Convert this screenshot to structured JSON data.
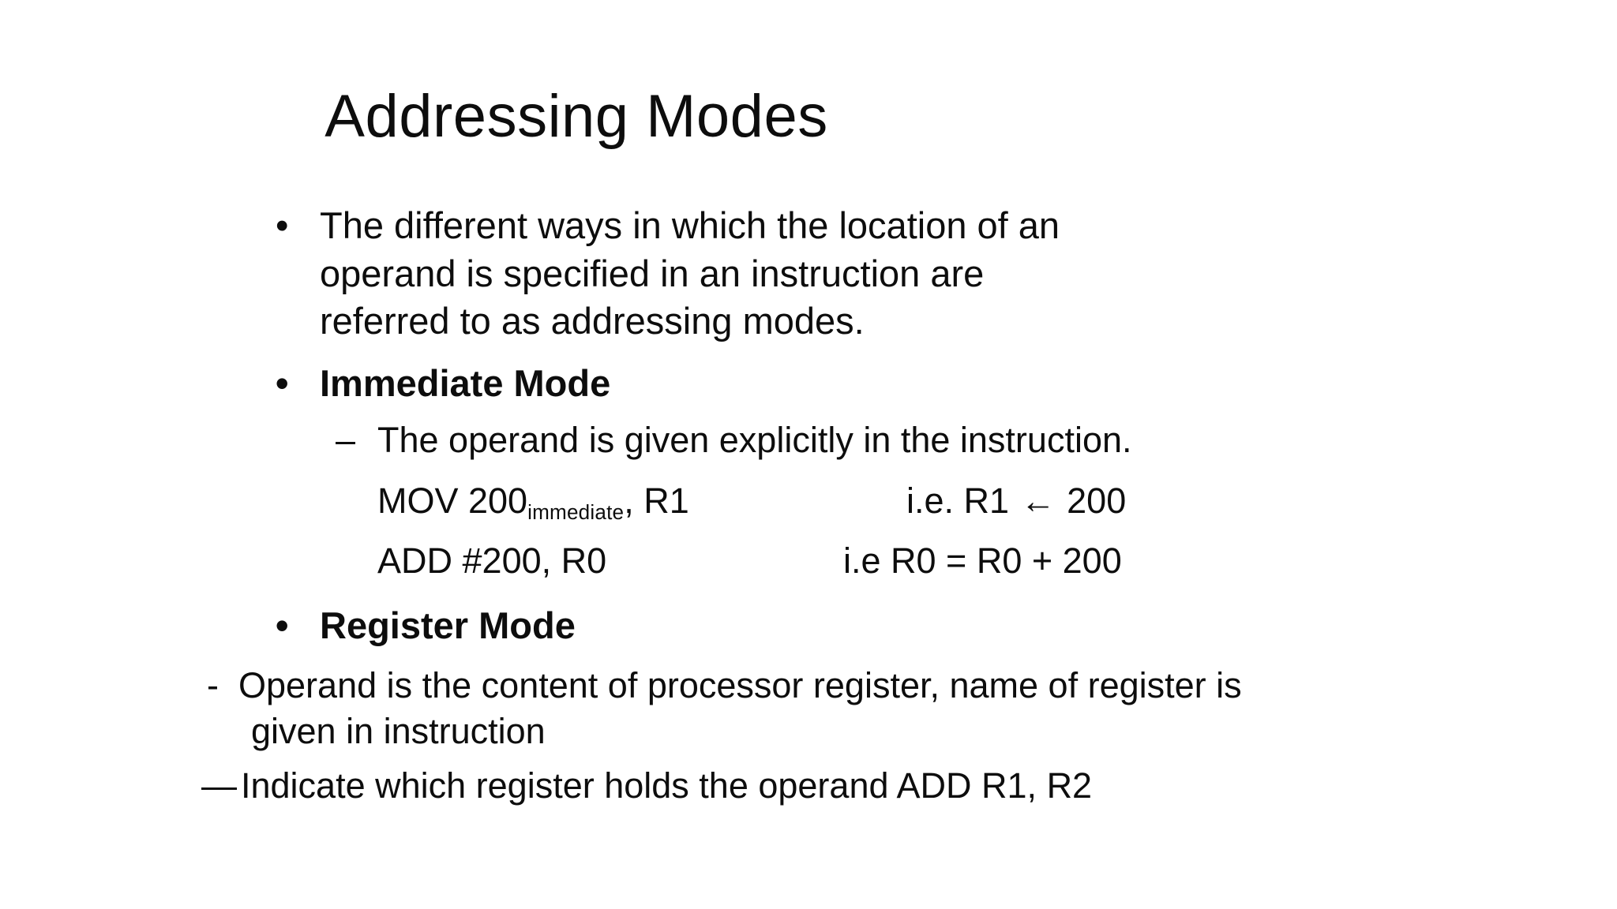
{
  "slide": {
    "title": "Addressing Modes",
    "background_color": "#ffffff",
    "text_color": "#0d0d0d"
  },
  "content": {
    "bullet_marker": "•",
    "dash_marker_en": "–",
    "dash_marker_hyphen": "-",
    "dash_marker_em": "—",
    "intro": {
      "text": "The different ways in which the location of an operand is specified in an instruction are referred to as addressing modes."
    },
    "immediate_mode": {
      "heading": "Immediate Mode",
      "sub_point": "The operand is given explicitly in the instruction.",
      "examples": [
        {
          "instruction_prefix": "MOV   200",
          "instruction_subscript": "immediate",
          "instruction_suffix": ", R1",
          "comment_prefix": "i.e. R1 ",
          "comment_arrow": "←",
          "comment_suffix": " 200"
        },
        {
          "instruction": "ADD #200, R0",
          "comment": "i.e R0 = R0 + 200"
        }
      ]
    },
    "register_mode": {
      "heading": "Register Mode",
      "line_1": "Operand is the content of processor register, name of register is",
      "line_1_cont": "given in instruction",
      "line_2": "Indicate which register holds the operand ADD R1, R2"
    }
  }
}
